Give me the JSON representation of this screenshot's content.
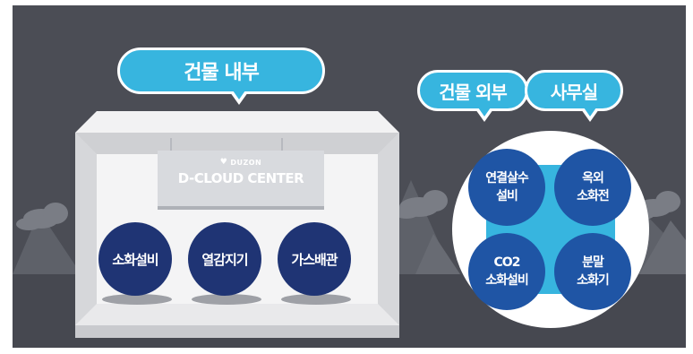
{
  "bubbles": {
    "inside": "건물 내부",
    "outside": "건물 외부",
    "office": "사무실"
  },
  "sign": {
    "logo": "DUZON",
    "title": "D-CLOUD CENTER"
  },
  "inside_systems": [
    "소화설비",
    "열감지기",
    "가스배관"
  ],
  "outside_systems": [
    "연결살수\n설비",
    "옥외\n소화전",
    "CO2\n소화설비",
    "분말\n소화기"
  ],
  "colors": {
    "background": "#4b4d55",
    "bubble": "#37b5df",
    "inside_circle": "#1f3474",
    "outside_circle": "#1f55a5"
  }
}
